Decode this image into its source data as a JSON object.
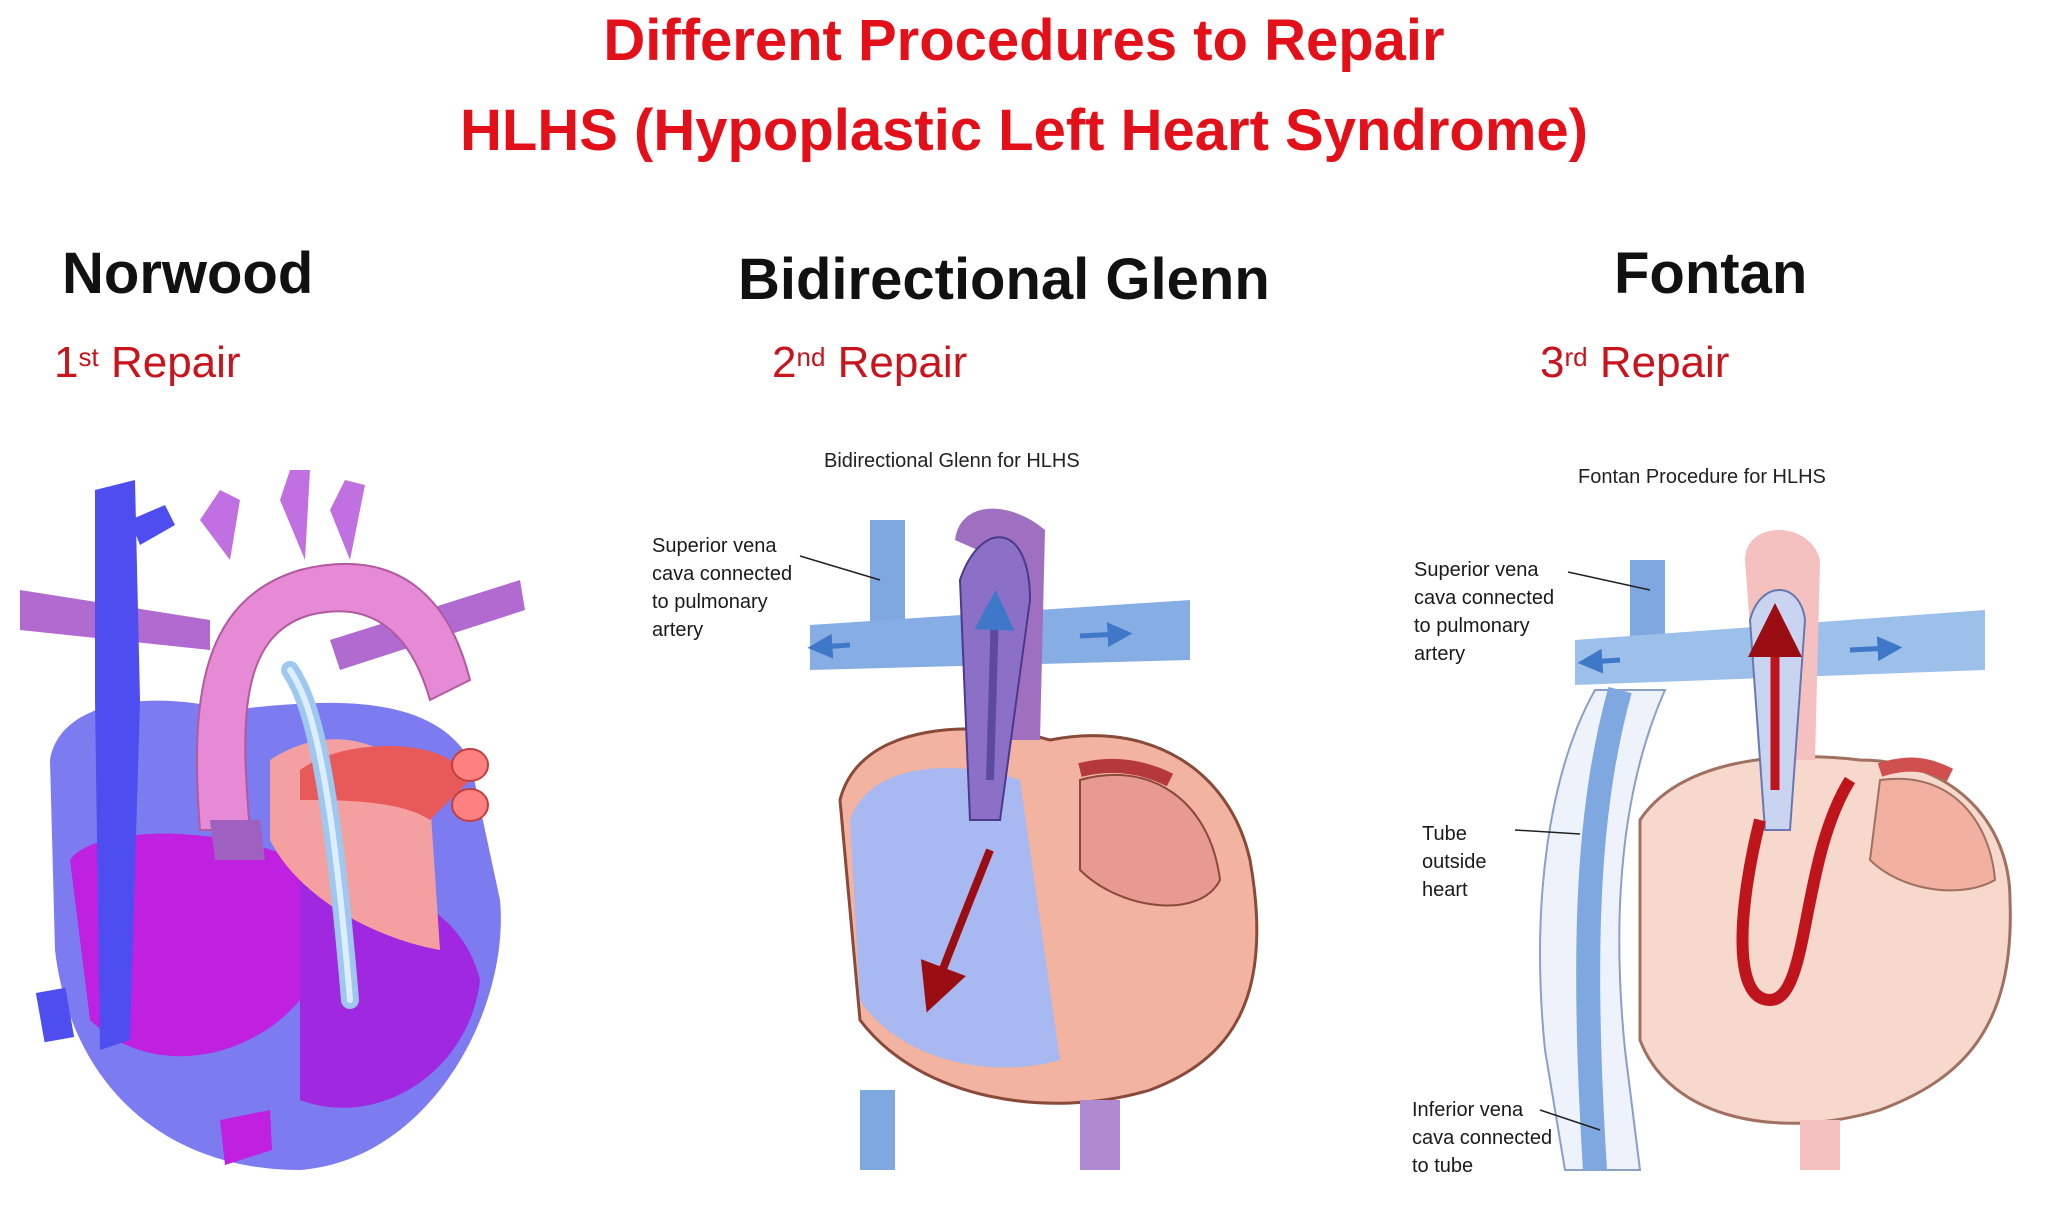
{
  "header": {
    "line1": "Different Procedures to Repair",
    "line2": "HLHS (Hypoplastic Left Heart Syndrome)"
  },
  "procedures": [
    {
      "name": "Norwood",
      "repair_num": "1",
      "repair_sup": "st",
      "repair_word": " Repair"
    },
    {
      "name": "Bidirectional Glenn",
      "repair_num": "2",
      "repair_sup": "nd",
      "repair_word": " Repair"
    },
    {
      "name": "Fontan",
      "repair_num": "3",
      "repair_sup": "rd",
      "repair_word": " Repair"
    }
  ],
  "glenn_panel": {
    "title": "Bidirectional Glenn for HLHS",
    "svc_label": [
      "Superior vena",
      "cava connected",
      "to pulmonary",
      "artery"
    ]
  },
  "fontan_panel": {
    "title": "Fontan Procedure for HLHS",
    "svc_label": [
      "Superior vena",
      "cava connected",
      "to pulmonary",
      "artery"
    ],
    "tube_label": [
      "Tube",
      "outside",
      "heart"
    ],
    "ivc_label": [
      "Inferior vena",
      "cava connected",
      "to tube"
    ]
  },
  "colors": {
    "title_red": "#e3101a",
    "repair_red": "#c8141c",
    "vein_blue": "#5b8fd6",
    "purple": "#b040e0",
    "artery_pink": "#f08080"
  }
}
